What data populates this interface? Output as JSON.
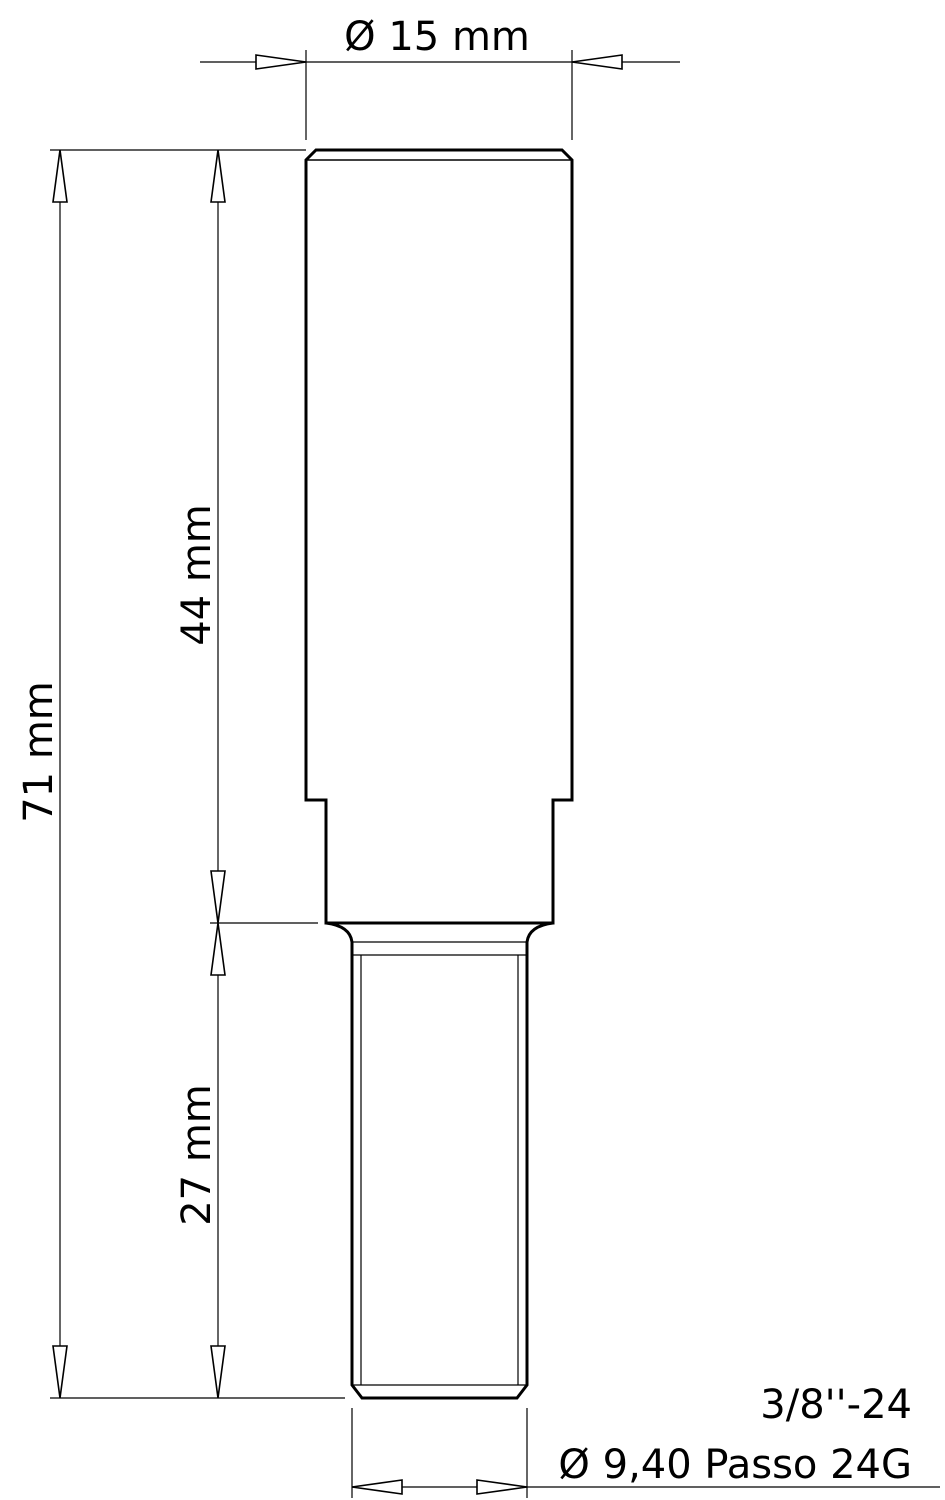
{
  "drawing": {
    "dimensions": {
      "diameter_top": "Ø 15 mm",
      "total_length": "71 mm",
      "upper_length": "44 mm",
      "thread_length": "27 mm",
      "thread_spec": "3/8''-24",
      "thread_diameter": "Ø 9,40 Passo 24G"
    }
  }
}
